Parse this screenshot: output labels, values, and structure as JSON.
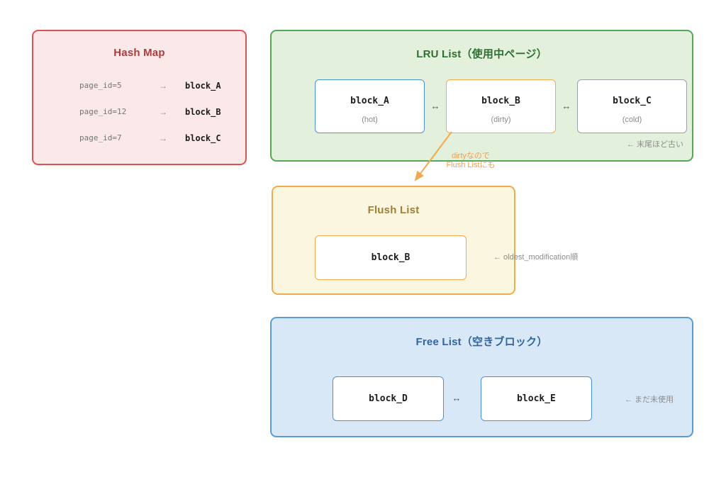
{
  "hash_map": {
    "title": "Hash Map",
    "entries": [
      {
        "key": "page_id=5",
        "arrow": "→",
        "value": "block_A"
      },
      {
        "key": "page_id=12",
        "arrow": "→",
        "value": "block_B"
      },
      {
        "key": "page_id=7",
        "arrow": "→",
        "value": "block_C"
      }
    ],
    "colors": {
      "background": "#fbe9e9",
      "border": "#dd5252",
      "title": "#a83e3e"
    }
  },
  "lru_list": {
    "title": "LRU List（使用中ページ）",
    "blocks": [
      {
        "name": "block_A",
        "state": "(hot)",
        "border_color": "#4a90d9"
      },
      {
        "name": "block_B",
        "state": "(dirty)",
        "border_color": "#f2ab4c"
      },
      {
        "name": "block_C",
        "state": "(cold)",
        "border_color": "#9aa0a6"
      }
    ],
    "link_symbol": "↔",
    "tail_note": "← 末尾ほど古い",
    "colors": {
      "background": "#e3f0dc",
      "border": "#57a757",
      "title": "#2f6e32"
    }
  },
  "flush_annotation": {
    "line1": "dirtyなので",
    "line2": "Flush Listにも",
    "color": "#ea9f55",
    "arrow_color": "#f4a84e"
  },
  "flush_list": {
    "title": "Flush List",
    "blocks": [
      {
        "name": "block_B",
        "border_color": "#f2ab4c"
      }
    ],
    "order_note": "← oldest_modification順",
    "colors": {
      "background": "#fbf6e0",
      "border": "#f2ab4c",
      "title": "#9f7f35"
    }
  },
  "free_list": {
    "title": "Free List（空きブロック）",
    "blocks": [
      {
        "name": "block_D",
        "border_color": "#4a90d9"
      },
      {
        "name": "block_E",
        "border_color": "#4a90d9"
      }
    ],
    "link_symbol": "↔",
    "unused_note": "← まだ未使用",
    "colors": {
      "background": "#d9e8f7",
      "border": "#5b9bd5",
      "title": "#30669f"
    }
  }
}
